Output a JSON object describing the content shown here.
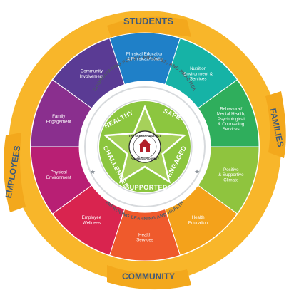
{
  "outer_bands": {
    "top": "STUDENTS",
    "right": "FAMILIES",
    "bottom": "COMMUNITY",
    "left": "EMPLOYEES"
  },
  "segments": [
    {
      "lines": [
        "Physical Education",
        "& Physical Activity"
      ],
      "color": "#1f80c8"
    },
    {
      "lines": [
        "Nutrition",
        "Environment &",
        "Services"
      ],
      "color": "#16b3a6"
    },
    {
      "lines": [
        "Behavioral/",
        "Mental Health,",
        "Psychological",
        "& Counseling",
        "Services"
      ],
      "color": "#2fae5c"
    },
    {
      "lines": [
        "Positive",
        "& Supportive",
        "Climate"
      ],
      "color": "#8fc43e"
    },
    {
      "lines": [
        "Health",
        "Education"
      ],
      "color": "#f4a21b"
    },
    {
      "lines": [
        "Health",
        "Services"
      ],
      "color": "#ef5a2c"
    },
    {
      "lines": [
        "Employee",
        "Wellness"
      ],
      "color": "#d9244f"
    },
    {
      "lines": [
        "Physical",
        "Environment"
      ],
      "color": "#b81f74"
    },
    {
      "lines": [
        "Family",
        "Engagement"
      ],
      "color": "#8a2f8e"
    },
    {
      "lines": [
        "Community",
        "Involvement"
      ],
      "color": "#5a3b94"
    }
  ],
  "ring_text": {
    "top": "COORDINATING POLICY, PROCESS, AND PRACTICE",
    "bottom": "IMPROVING LEARNING AND HEALTH"
  },
  "star_words": [
    "HEALTHY",
    "SAFE",
    "ENGAGED",
    "SUPPORTED",
    "CHALLENGED"
  ],
  "logo": {
    "top_text": "THE SCHOOL DISTRICT",
    "bottom_text": "PALM BEACH COUNTY"
  },
  "colors": {
    "band": "#f8b62a",
    "band_dark": "#f3a81c",
    "center_green": "#8cc63f",
    "star_fill": "#a6d15a",
    "ring_grey": "#8a9199"
  }
}
